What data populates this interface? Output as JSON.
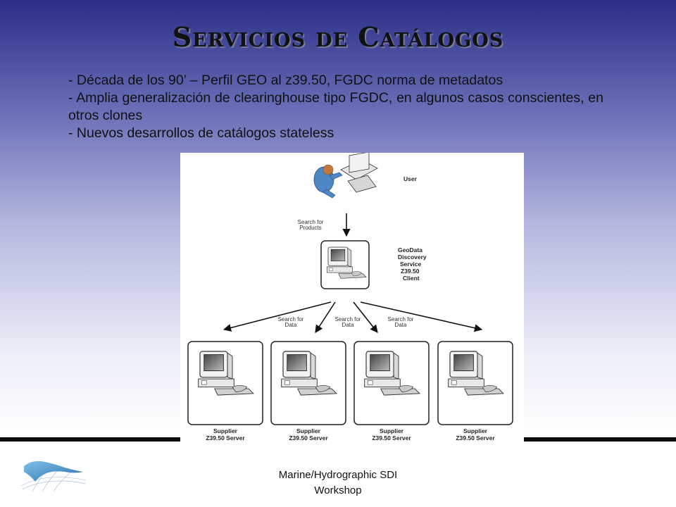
{
  "slide": {
    "title": "Servicios de Catálogos",
    "bullets": [
      "- Década de los 90’ – Perfil GEO al z39.50, FGDC norma de metadatos",
      "- Amplia generalización de clearinghouse tipo FGDC, en algunos casos conscientes, en otros clones",
      "- Nuevos desarrollos de catálogos stateless"
    ],
    "footer": {
      "line1": "Marine/Hydrographic SDI",
      "line2": "Workshop"
    }
  },
  "diagram": {
    "user_label": "User",
    "search_products": [
      "Search for",
      "Products"
    ],
    "client_label": [
      "GeoData",
      "Discovery",
      "Service",
      "Z39.50",
      "Client"
    ],
    "search_data": [
      "Search for",
      "Data"
    ],
    "servers": [
      {
        "line1": "Supplier",
        "line2": "Z39.50 Server"
      },
      {
        "line1": "Supplier",
        "line2": "Z39.50 Server"
      },
      {
        "line1": "Supplier",
        "line2": "Z39.50 Server"
      },
      {
        "line1": "Supplier",
        "line2": "Z39.50 Server"
      }
    ]
  },
  "colors": {
    "background_top": "#2b2f86",
    "background_bottom": "#ffffff",
    "footer_rule": "#0a0a0a"
  },
  "icons": [
    "user-workstation-icon",
    "client-computer-icon",
    "server-computer-icon",
    "map-logo-icon"
  ]
}
